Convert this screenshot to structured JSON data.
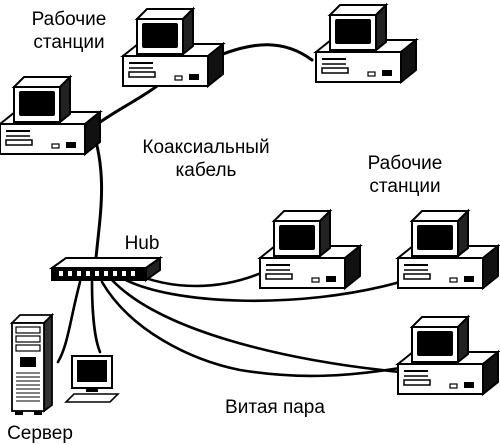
{
  "labels": {
    "workstations_top": [
      "Рабочие",
      "станции"
    ],
    "coax_cable": [
      "Коаксиальный",
      "кабель"
    ],
    "workstations_right": [
      "Рабочие",
      "станции"
    ],
    "hub": "Hub",
    "twisted_pair": "Витая пара",
    "server": "Сервер"
  },
  "colors": {
    "ink": "#000000",
    "paper": "#ffffff",
    "screen": "#000000",
    "panel": "#e6e6e6"
  },
  "icons": [
    "desktop-computer-icon",
    "hub-icon",
    "server-tower-icon",
    "terminal-monitor-icon"
  ]
}
